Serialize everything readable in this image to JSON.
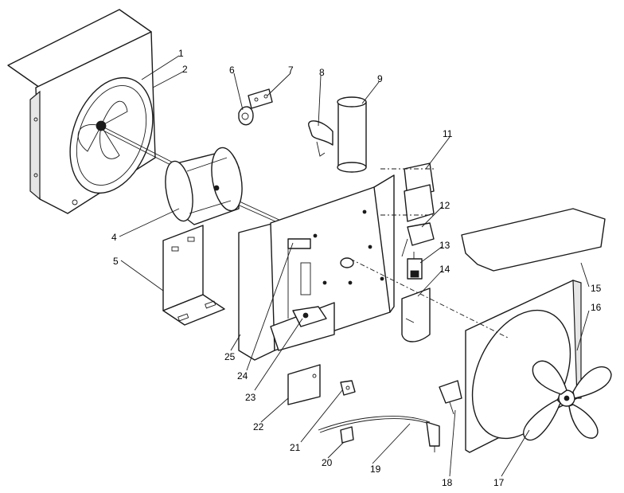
{
  "callouts": {
    "c1": "1",
    "c2": "2",
    "c4": "4",
    "c5": "5",
    "c6": "6",
    "c7": "7",
    "c8": "8",
    "c9": "9",
    "c11": "11",
    "c12": "12",
    "c13": "13",
    "c14": "14",
    "c15": "15",
    "c16": "16",
    "c17": "17",
    "c18": "18",
    "c19": "19",
    "c20": "20",
    "c21": "21",
    "c22": "22",
    "c23": "23",
    "c24a": "24",
    "c24b": "24",
    "c25": "25"
  },
  "colors": {
    "line": "#1a1a1a",
    "paper": "#ffffff",
    "shade": "#e6e6e6"
  }
}
